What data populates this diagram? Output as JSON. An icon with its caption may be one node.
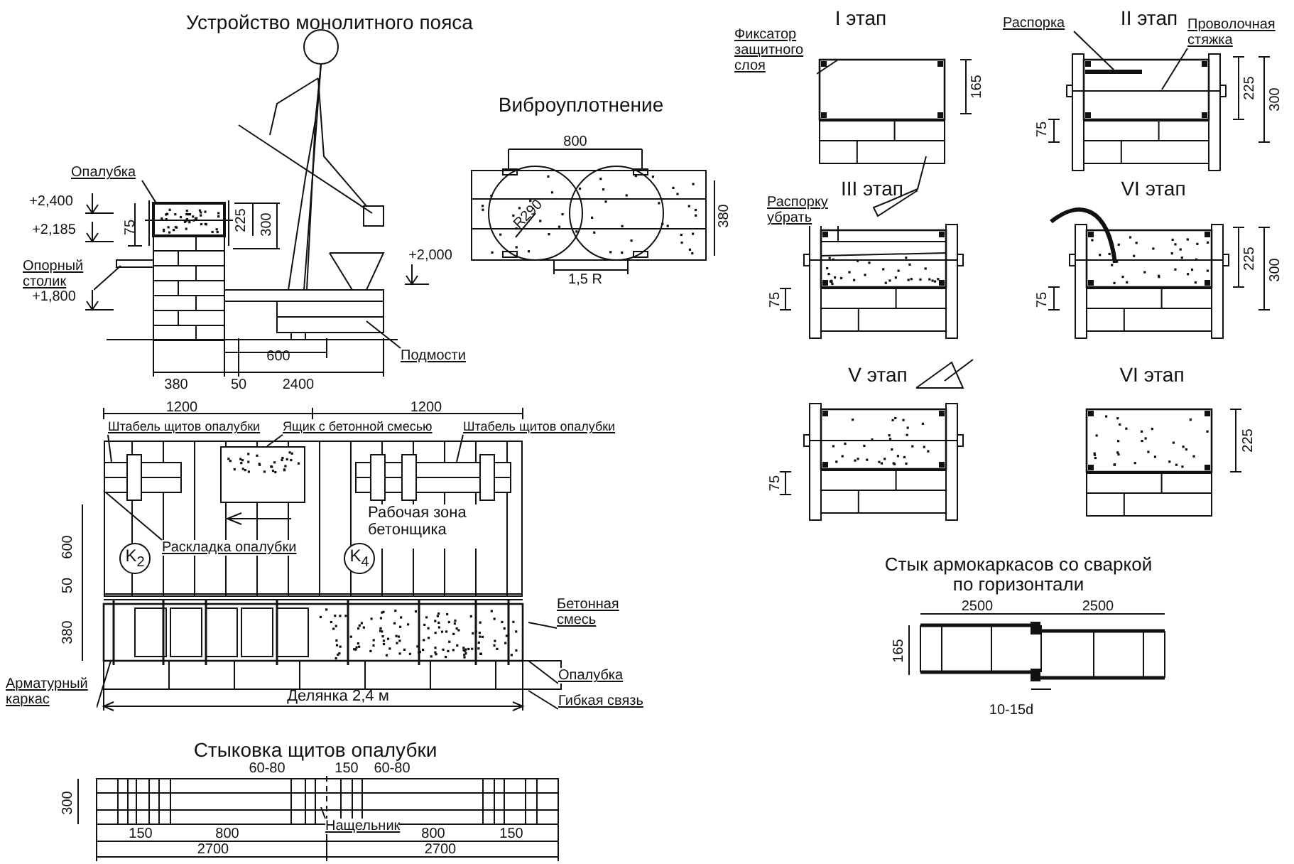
{
  "diagram": {
    "nodes": [
      {
        "text": [
          "Опалубка"
        ]
      },
      {
        "text": [
          "Опорный столик"
        ]
      },
      {
        "text": [
          "Подмости"
        ]
      },
      {
        "text": [
          "Фиксатор защитного слоя"
        ]
      },
      {
        "text": [
          "Распорка"
        ]
      },
      {
        "text": [
          "Проволочная стяжка"
        ]
      },
      {
        "text": [
          "Распорку убрать"
        ]
      },
      {
        "text": [
          "Штабель щитов опалубки"
        ]
      },
      {
        "text": [
          "Ящик с бетонной смесью"
        ]
      },
      {
        "text": [
          "Штабель щитов опалубки"
        ]
      },
      {
        "text": [
          "Рабочая зона бетонщика"
        ]
      },
      {
        "text": [],
        "shape": "box",
        "in": 10
      },
      {
        "text": [],
        "shape": "box",
        "in": 10
      },
      {
        "text": [],
        "shape": "box",
        "in": 10
      },
      {
        "text": [
          "Раскладка опалубки"
        ],
        "in": 10
      },
      {
        "text": [
          "K$_{2}$"
        ],
        "in": 10
      },
      {
        "text": [
          "K$_{4}$"
        ],
        "in": 10
      },
      {
        "text": [
          "Бетонная смесь"
        ]
      },
      {
        "text": [
          "Опалубка"
        ]
      },
      {
        "text": [
          "Гибкая связь"
        ]
      },
      {
        "text": [
          "Арматурный каркас"
        ]
      },
      {
        "text": [
          "Нащельник"
        ]
      },
      {
        "text": [],
        "shape": "bar"
      }
    ],
    "edges": [
      {
        "from": 0,
        "to": null,
        "arrow": "none"
      },
      {
        "from": 1,
        "to": null,
        "arrow": "none"
      },
      {
        "from": 2,
        "to": null,
        "arrow": "none"
      },
      {
        "from": 3,
        "to": null,
        "arrow": "none"
      },
      {
        "from": 4,
        "to": 22,
        "arrow": "none"
      },
      {
        "from": 5,
        "to": null,
        "arrow": "none"
      },
      {
        "from": 6,
        "to": null,
        "arrow": "none"
      },
      {
        "from": 7,
        "to": 11,
        "arrow": "none"
      },
      {
        "from": 8,
        "to": 12,
        "arrow": "none"
      },
      {
        "from": 9,
        "to": 13,
        "arrow": "none"
      },
      {
        "from": 14,
        "to": 10,
        "arrow": "none"
      },
      {
        "from": 17,
        "to": null,
        "arrow": "none"
      },
      {
        "from": 18,
        "to": null,
        "arrow": "none"
      },
      {
        "from": 19,
        "to": null,
        "arrow": "none"
      },
      {
        "from": 20,
        "to": null,
        "arrow": "none"
      },
      {
        "from": 21,
        "to": null,
        "arrow": "none"
      }
    ],
    "labels": [
      "Устройство монолитного пояса",
      "+2,400",
      "75",
      "225",
      "300",
      "+2,185",
      "+1,800",
      "+2,000",
      "600",
      "380",
      "50",
      "2400",
      "Виброуплотнение",
      "800",
      "R290",
      "380",
      "1,5 R",
      "I этап",
      "165",
      "II этап",
      "225",
      "300",
      "75",
      "III этап",
      "75",
      "VI этап",
      "225",
      "300",
      "75",
      "V этап",
      "75",
      "VI этап",
      "225",
      "Стык армокаркасов со сваркой по горизонтали",
      "2500",
      "2500",
      "165",
      "10-15d",
      "1200",
      "1200",
      "600",
      "50",
      "380",
      "Делянка 2,4 м",
      "Стыковка щитов опалубки",
      "60-80",
      "150",
      "60-80",
      "300",
      "150",
      "800",
      "800",
      "150",
      "2700",
      "2700"
    ]
  }
}
